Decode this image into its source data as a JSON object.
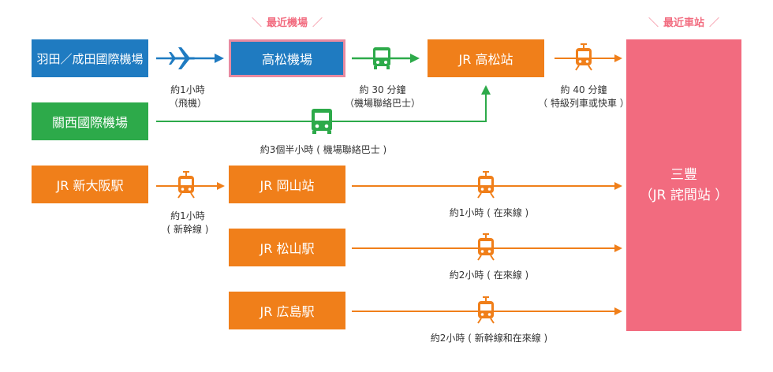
{
  "colors": {
    "blue": "#1f7bc1",
    "green": "#2daa4a",
    "orange": "#f07f1a",
    "pink": "#f26b7f",
    "highlight_border": "#e88aa0"
  },
  "tags": {
    "nearest_airport": "最近機場",
    "nearest_station": "最近車站"
  },
  "nodes": {
    "haneda_narita": "羽田／成田國際機場",
    "takamatsu_airport": "高松機場",
    "jr_takamatsu": "JR 高松站",
    "kansai": "關西國際機場",
    "shin_osaka": "JR 新大阪駅",
    "okayama": "JR 岡山站",
    "matsuyama": "JR 松山駅",
    "hiroshima": "JR 広島駅",
    "destination_line1": "三豐",
    "destination_line2": "（JR 詫間站 ）"
  },
  "routes": {
    "flight_time": "約1小時",
    "flight_mode": "（飛機）",
    "bus_time": "約 30 分鐘",
    "bus_mode": "（機場聯絡巴士）",
    "express_time": "約 40 分鐘",
    "express_mode": "（ 特級列車或快車 ）",
    "kansai_route": "約3個半小時 ( 機場聯絡巴士 )",
    "shinkansen_time": "約1小時",
    "shinkansen_mode": "( 新幹線 )",
    "okayama_route": "約1小時 ( 在來線 )",
    "matsuyama_route": "約2小時 ( 在來線 )",
    "hiroshima_route": "約2小時 ( 新幹線和在來線 )"
  },
  "icons": [
    "airplane-icon",
    "bus-icon",
    "train-icon"
  ]
}
